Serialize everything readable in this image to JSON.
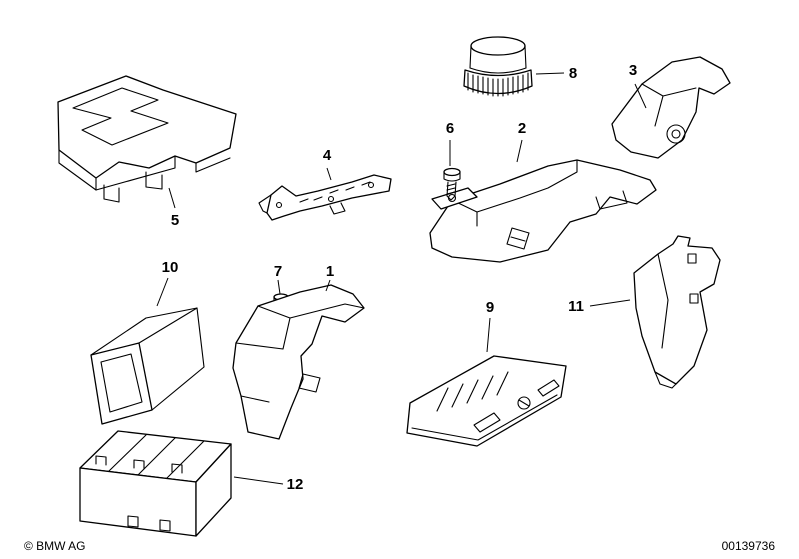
{
  "diagram": {
    "callouts": [
      {
        "id": "1",
        "label": "1"
      },
      {
        "id": "2",
        "label": "2"
      },
      {
        "id": "3",
        "label": "3"
      },
      {
        "id": "4",
        "label": "4"
      },
      {
        "id": "5",
        "label": "5"
      },
      {
        "id": "6",
        "label": "6"
      },
      {
        "id": "7",
        "label": "7"
      },
      {
        "id": "8",
        "label": "8"
      },
      {
        "id": "9",
        "label": "9"
      },
      {
        "id": "10",
        "label": "10"
      },
      {
        "id": "11",
        "label": "11"
      },
      {
        "id": "12",
        "label": "12"
      }
    ]
  },
  "footer": {
    "copyright": "© BMW AG",
    "image_number": "00139736"
  },
  "colors": {
    "background": "#ffffff",
    "line": "#000000"
  }
}
